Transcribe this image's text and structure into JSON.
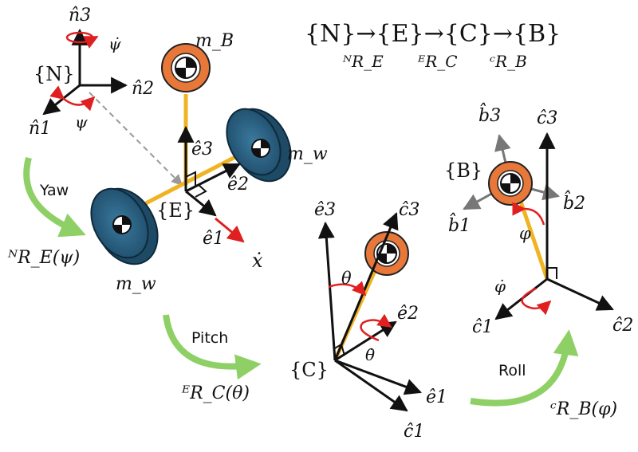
{
  "frames_chain": {
    "expr": "{N}→{E}→{C}→{B}",
    "rot_ne": "ᴺR_E",
    "rot_ec": "ᴱR_C",
    "rot_cb": "ᶜR_B"
  },
  "frame_labels": {
    "N": "{N}",
    "E": "{E}",
    "C": "{C}",
    "B": "{B}"
  },
  "n_frame": {
    "n1": "n̂1",
    "n2": "n̂2",
    "n3": "n̂3",
    "psi": "ψ",
    "psi_dot": "ψ̇"
  },
  "e_frame": {
    "e1": "ê1",
    "e2": "ê2",
    "e3": "ê3",
    "x_dot": "ẋ"
  },
  "c_frame": {
    "c1": "ĉ1",
    "c2": "ĉ2",
    "c3": "ĉ3",
    "e1": "ê1",
    "e2": "ê2",
    "e3": "ê3",
    "theta": "θ",
    "theta_dot": "θ̇"
  },
  "b_frame": {
    "b1": "b̂1",
    "b2": "b̂2",
    "b3": "b̂3",
    "c1": "ĉ1",
    "c2": "ĉ2",
    "c3": "ĉ3",
    "phi": "φ",
    "phi_dot": "φ̇"
  },
  "masses": {
    "body": "m_B",
    "wheel": "m_w"
  },
  "rotations": {
    "yaw_label": "Yaw",
    "yaw_matrix": "ᴺR_E(ψ)",
    "pitch_label": "Pitch",
    "pitch_matrix": "ᴱR_C(θ)",
    "roll_label": "Roll",
    "roll_matrix": "ᶜR_B(φ)"
  },
  "colors": {
    "body_orange": "#e8773a",
    "wheel_blue": "#2b5f80",
    "rod_yellow": "#f0b323",
    "arrow_green": "#8fd066",
    "rate_red": "#e02020",
    "dashed_gray": "#999999",
    "b_axis_gray": "#777777"
  }
}
